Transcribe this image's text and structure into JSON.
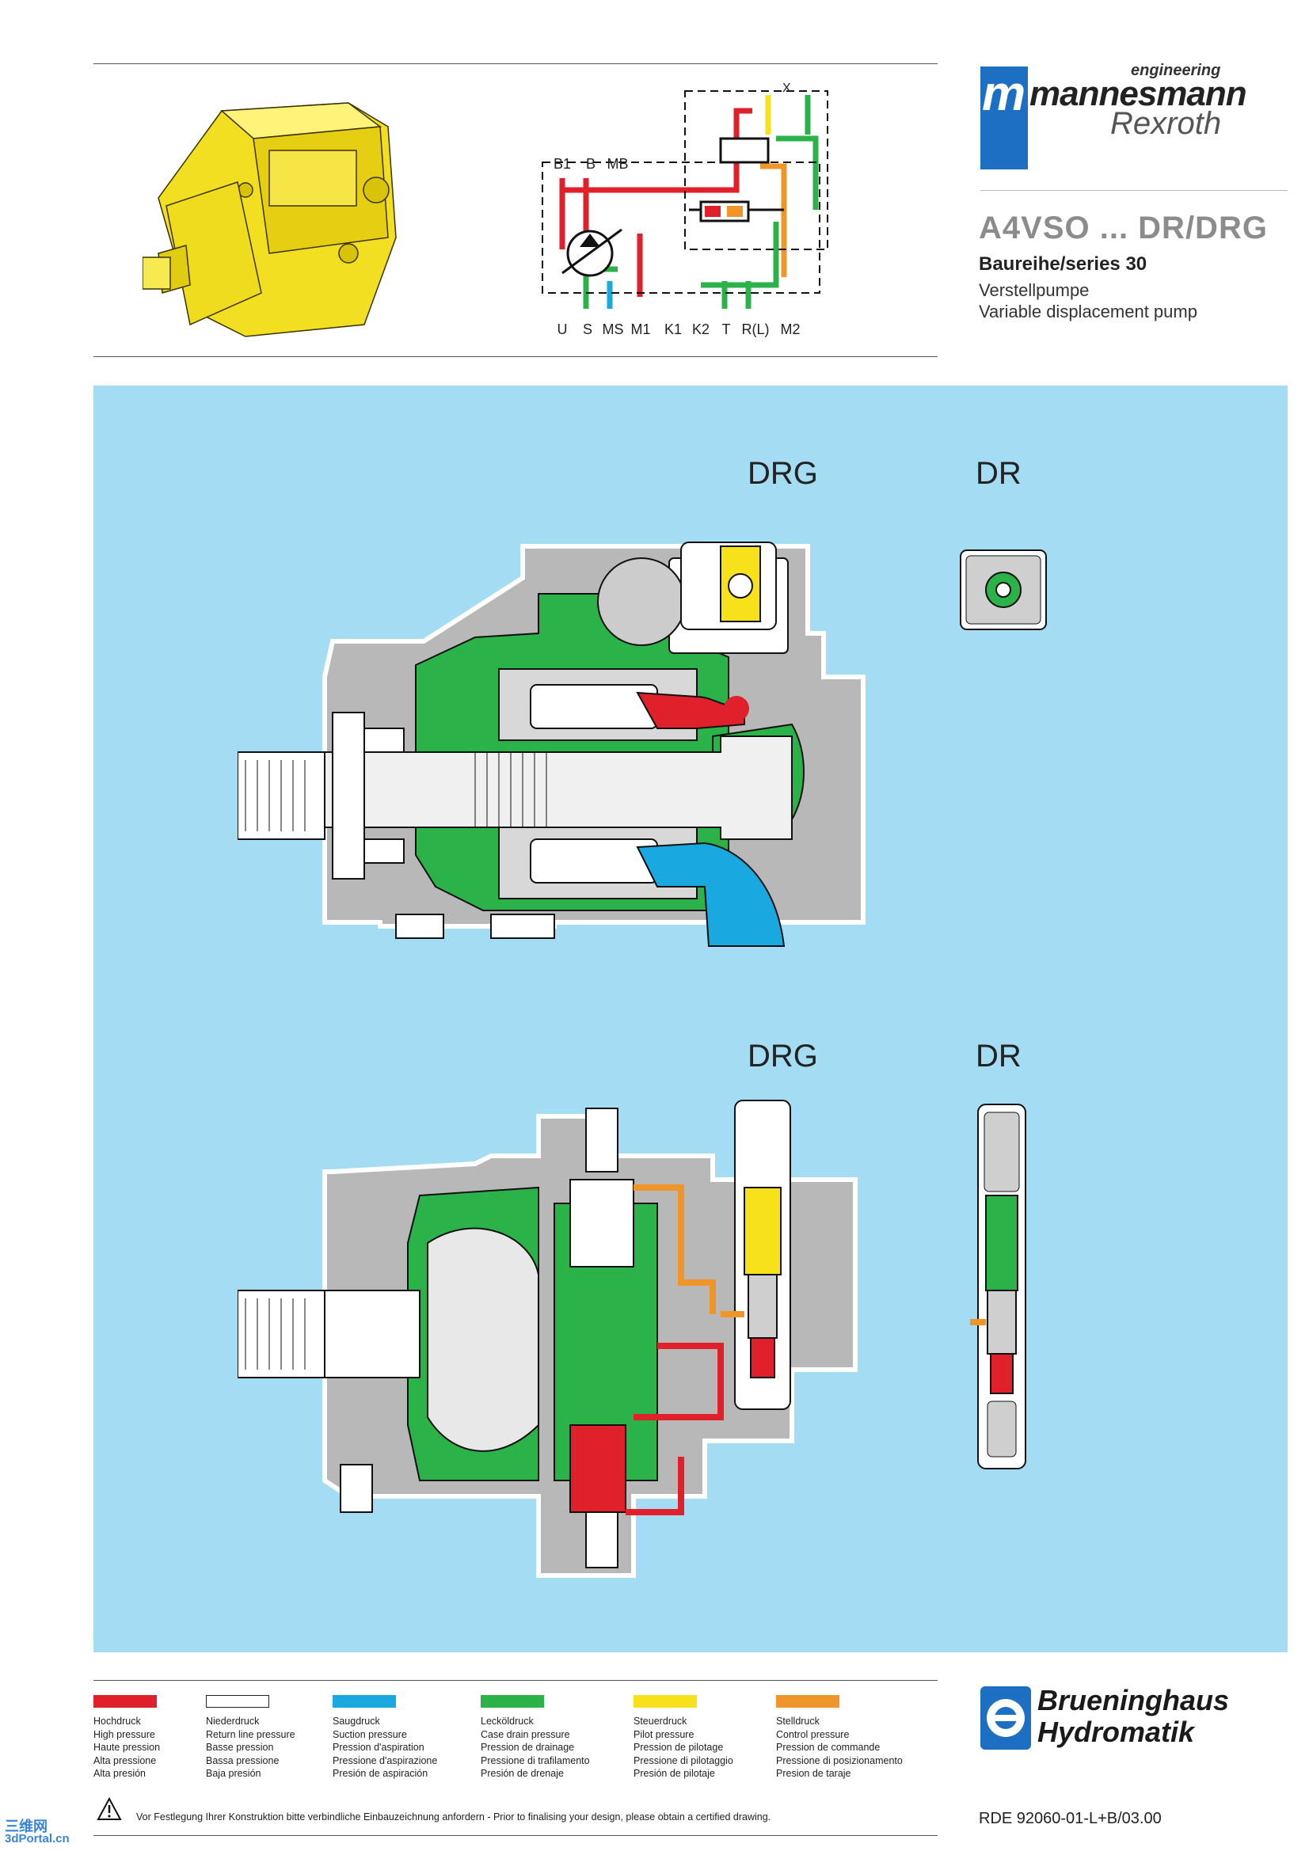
{
  "brand": {
    "engineering": "engineering",
    "name": "mannesmann",
    "sub": "Rexroth",
    "mark": "m"
  },
  "title": {
    "model": "A4VSO ... DR/DRG",
    "series": "Baureihe/series  30",
    "line_de": "Verstellpumpe",
    "line_en": "Variable displacement pump"
  },
  "schematic": {
    "top_ports": [
      "B1",
      "B",
      "MB"
    ],
    "bottom_ports": [
      "U",
      "S",
      "MS",
      "M1",
      "K1",
      "K2",
      "T",
      "R(L)",
      "M2"
    ],
    "corner_label": "X"
  },
  "views": {
    "upper_left": "DRG",
    "upper_right": "DR",
    "lower_left": "DRG",
    "lower_right": "DR"
  },
  "colors": {
    "red": "#e0202a",
    "white": "#ffffff",
    "blue": "#1aa8e0",
    "green": "#2bb34a",
    "yellow": "#f7e11b",
    "orange": "#f0952a",
    "gray": "#b8b8b8",
    "panel": "#a4dcf4",
    "pump_yellow": "#f2df22"
  },
  "legend": [
    {
      "color": "#e0202a",
      "lines": [
        "Hochdruck",
        "High pressure",
        "Haute pression",
        "Alta pressione",
        "Alta presión"
      ]
    },
    {
      "color": "#ffffff",
      "lines": [
        "Niederdruck",
        "Return line pressure",
        "Basse pression",
        "Bassa pressione",
        "Baja presión"
      ]
    },
    {
      "color": "#1aa8e0",
      "lines": [
        "Saugdruck",
        "Suction pressure",
        "Pression d'aspiration",
        "Pressione d'aspirazione",
        "Presión de aspiración"
      ]
    },
    {
      "color": "#2bb34a",
      "lines": [
        "Lecköldruck",
        "Case drain pressure",
        "Pression de drainage",
        "Pressione di trafilamento",
        "Presión de drenaje"
      ]
    },
    {
      "color": "#f7e11b",
      "lines": [
        "Steuerdruck",
        "Pilot pressure",
        "Pression de pilotage",
        "Pressione di pilotaggio",
        "Presión de pilotaje"
      ]
    },
    {
      "color": "#f0952a",
      "lines": [
        "Stelldruck",
        "Control pressure",
        "Pression de commande",
        "Pressione di posizionamento",
        "Presion de taraje"
      ]
    }
  ],
  "manufacturer": {
    "line1": "Brueninghaus",
    "line2": "Hydromatik"
  },
  "footer": {
    "note": "Vor Festlegung Ihrer Konstruktion bitte verbindliche Einbauzeichnung anfordern  -  Prior to finalising your design, please obtain a certified drawing.",
    "doc_number": "RDE  92060-01-L+B/03.00",
    "watermark_top": "三维网",
    "watermark_bottom": "3dPortal.cn"
  }
}
